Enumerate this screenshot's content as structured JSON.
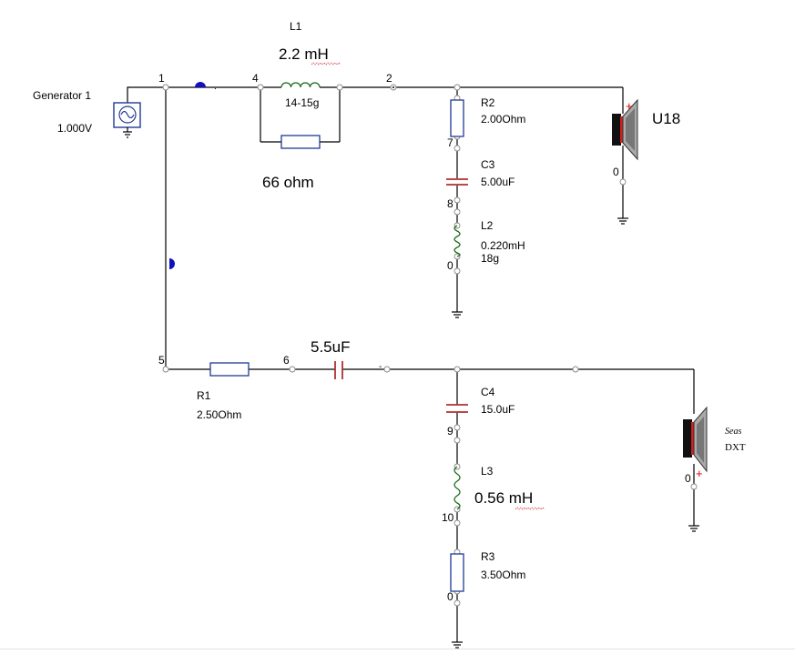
{
  "generator": {
    "name": "Generator 1",
    "voltage": "1.000V"
  },
  "series_filter": {
    "inductor": {
      "ref": "L1",
      "value": "2.2 mH",
      "gauge": "14-15g"
    },
    "parallel_resistor": {
      "value": "66 ohm"
    }
  },
  "upper_branch": {
    "r2": {
      "ref": "R2",
      "value": "2.00Ohm"
    },
    "c3": {
      "ref": "C3",
      "value": "5.00uF"
    },
    "l2": {
      "ref": "L2",
      "value": "0.220mH",
      "gauge": "18g"
    },
    "speaker": {
      "name": "U18",
      "plus": "+",
      "ground_node": "0"
    }
  },
  "lower_branch": {
    "r1": {
      "ref": "R1",
      "value": "2.50Ohm"
    },
    "series_cap": {
      "value": "5.5uF"
    },
    "c4": {
      "ref": "C4",
      "value": "15.0uF"
    },
    "l3": {
      "ref": "L3",
      "value": "0.56 mH"
    },
    "r3": {
      "ref": "R3",
      "value": "3.50Ohm"
    },
    "speaker": {
      "brand": "Seas",
      "model": "DXT",
      "plus": "+",
      "ground_node": "0"
    }
  },
  "nodes": [
    "1",
    "4",
    "2",
    "7",
    "8",
    "0",
    "5",
    "6",
    "9",
    "10",
    "0",
    "0",
    "0"
  ],
  "colors": {
    "wire": "#000000",
    "component": "#1f3a93",
    "capacitor": "#b03030",
    "speaker_plus": "#e00000",
    "marker": "#1010c0"
  }
}
